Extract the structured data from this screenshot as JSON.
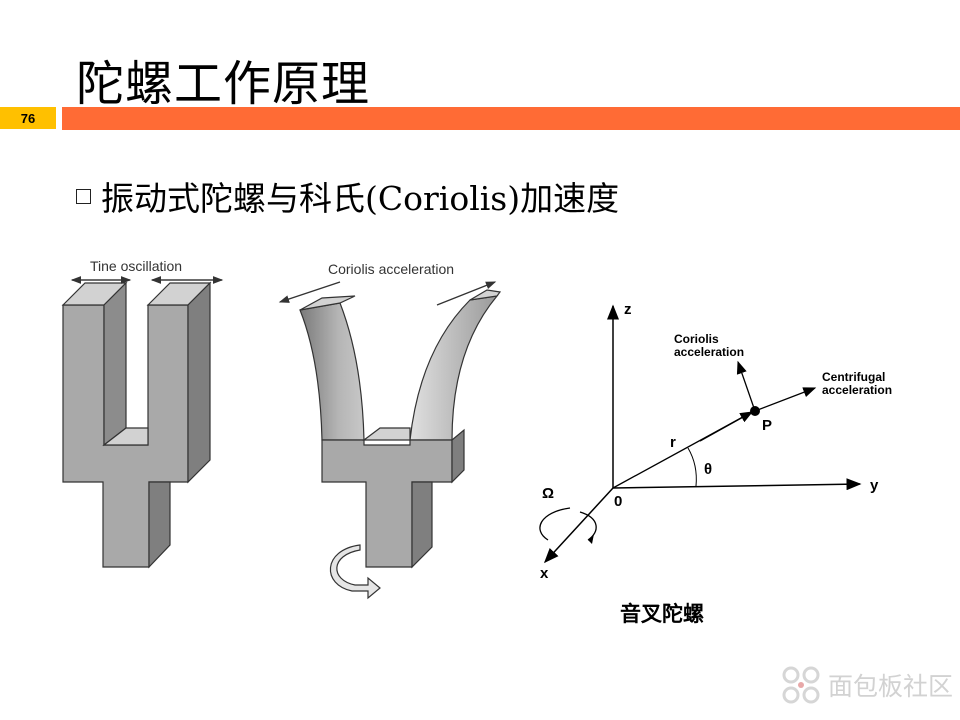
{
  "slide": {
    "title": "陀螺工作原理",
    "page_number": "76",
    "bullet": "振动式陀螺与科氏(Coriolis)加速度"
  },
  "figure_left": {
    "label_tine": "Tine oscillation",
    "label_coriolis": "Coriolis acceleration"
  },
  "figure_right": {
    "axis_z": "z",
    "axis_y": "y",
    "axis_x": "x",
    "origin": "0",
    "omega": "Ω",
    "r": "r",
    "theta": "θ",
    "point": "P",
    "coriolis_line1": "Coriolis",
    "coriolis_line2": "acceleration",
    "centrifugal_line1": "Centrifugal",
    "centrifugal_line2": "acceleration",
    "caption": "音叉陀螺"
  },
  "watermark": {
    "text": "面包板社区"
  },
  "colors": {
    "accent": "#ff6b35",
    "badge": "#ffc000"
  }
}
